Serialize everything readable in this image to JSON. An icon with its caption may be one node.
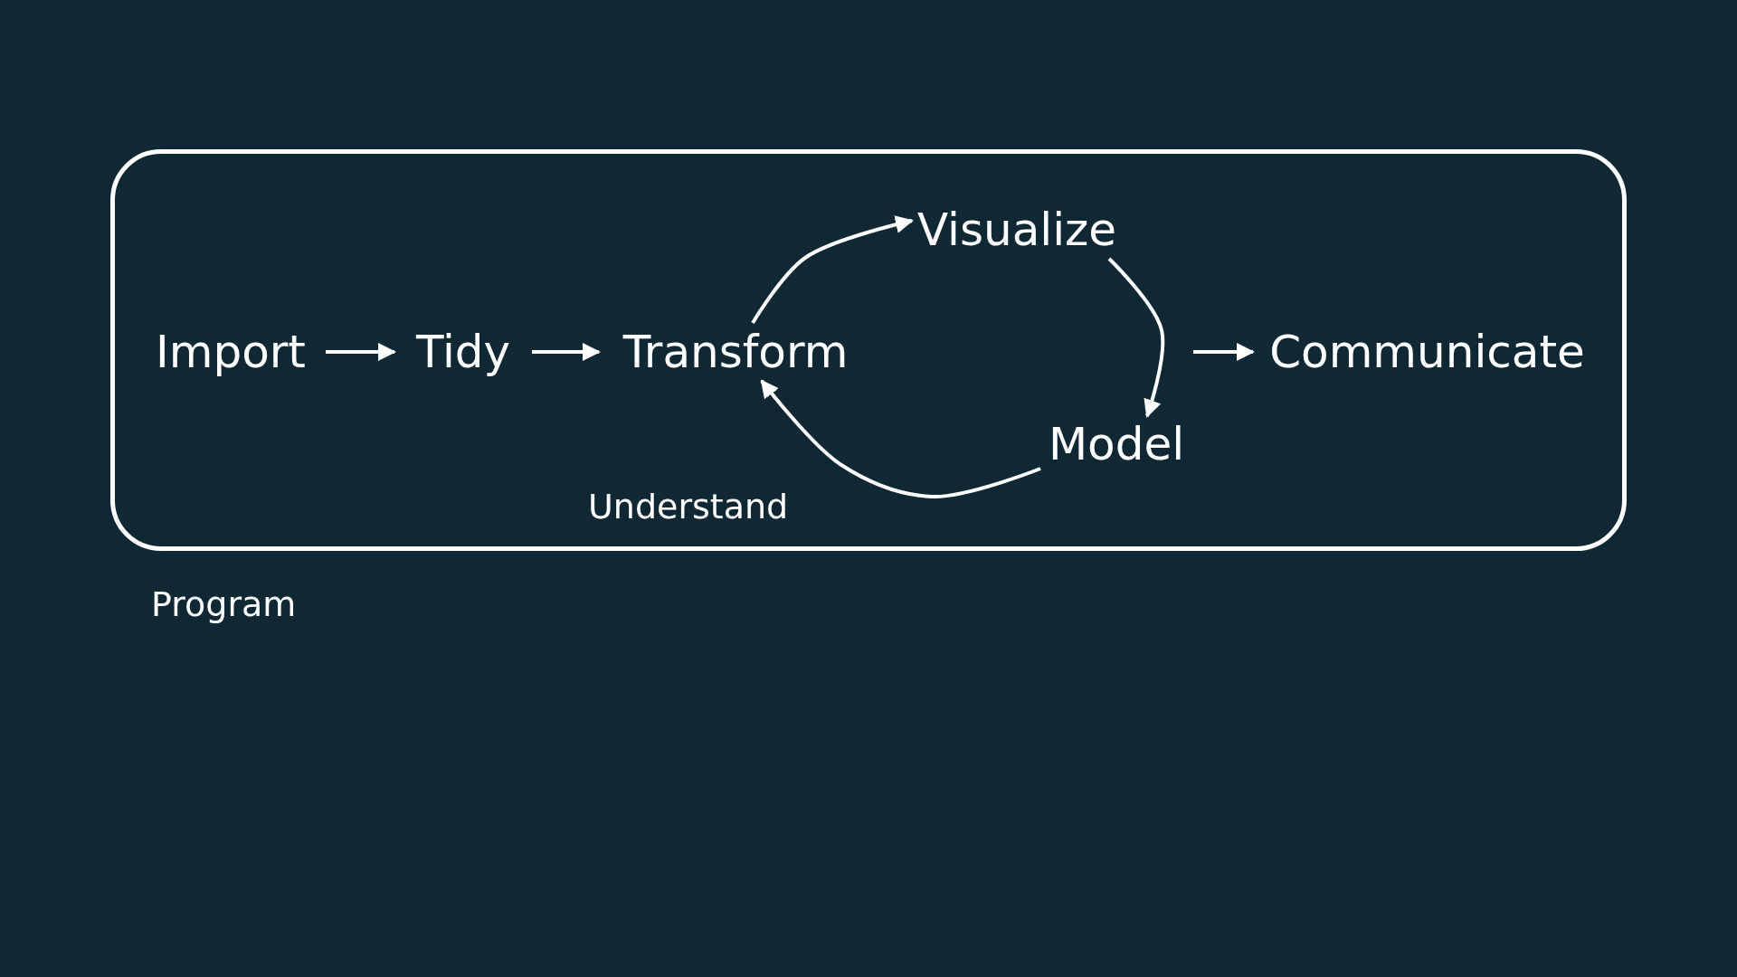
{
  "diagram": {
    "nodes": [
      {
        "text": [
          "Program"
        ]
      },
      {
        "text": [
          "Import"
        ],
        "in": 0
      },
      {
        "text": [
          "Tidy"
        ],
        "in": 0
      },
      {
        "text": [
          "Transform"
        ],
        "in": 0
      },
      {
        "text": [
          "Visualize"
        ],
        "in": 0
      },
      {
        "text": [
          "Model"
        ],
        "in": 0
      },
      {
        "text": [
          "Communicate"
        ],
        "in": 0
      }
    ],
    "edges": [
      {
        "from": 1,
        "to": 2,
        "arrow": "to"
      },
      {
        "from": 2,
        "to": 3,
        "arrow": "to"
      },
      {
        "from": 3,
        "to": 4,
        "arrow": "to"
      },
      {
        "from": 4,
        "to": 5,
        "arrow": "to"
      },
      {
        "from": 5,
        "to": 3,
        "arrow": "to"
      },
      {
        "from": null,
        "to": 6,
        "arrow": "to"
      }
    ],
    "labels": [
      "Understand"
    ]
  }
}
